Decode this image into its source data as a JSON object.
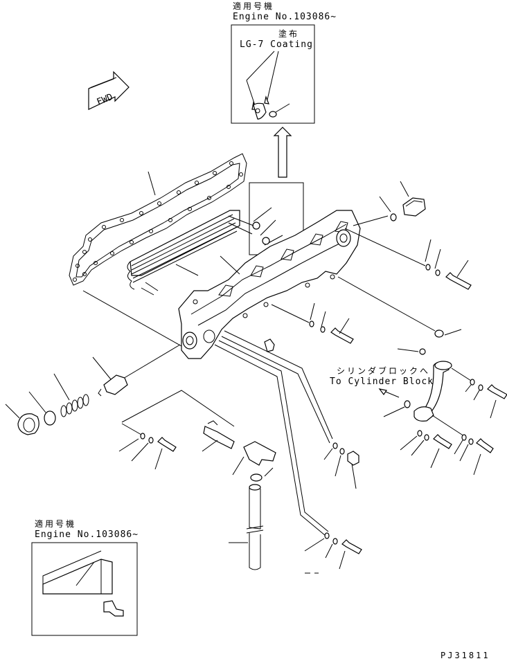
{
  "top_inset": {
    "title_jp": "適用号機",
    "title_en": "Engine No.103086~",
    "coating_jp": "塗布",
    "coating_en": "LG-7 Coating"
  },
  "fwd_label": "FWD",
  "cylinder_label": {
    "jp": "シリンダブロックへ",
    "en": "To Cylinder Block"
  },
  "bottom_inset": {
    "title_jp": "適用号機",
    "title_en": "Engine No.103086~"
  },
  "drawing_code": "PJ31811"
}
